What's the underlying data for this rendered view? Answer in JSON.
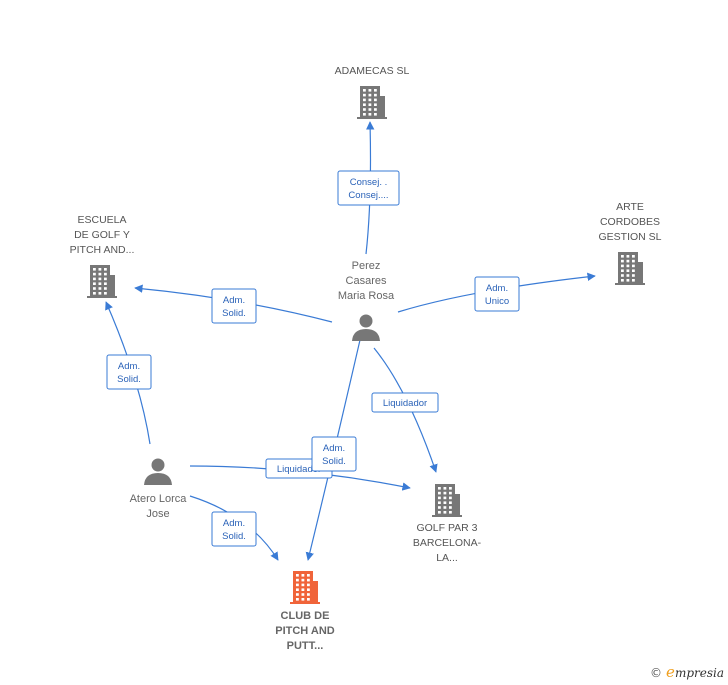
{
  "colors": {
    "edge": "#3a7bd5",
    "company": "#777777",
    "focus": "#f0643a",
    "person": "#777777"
  },
  "nodes": {
    "adamecas": {
      "type": "company",
      "icon": "building-icon",
      "lines": [
        "ADAMECAS SL"
      ]
    },
    "escuela": {
      "type": "company",
      "icon": "building-icon",
      "lines": [
        "ESCUELA",
        "DE GOLF Y",
        "PITCH AND..."
      ]
    },
    "arte": {
      "type": "company",
      "icon": "building-icon",
      "lines": [
        "ARTE",
        "CORDOBES",
        "GESTION SL"
      ]
    },
    "perez": {
      "type": "person",
      "icon": "person-icon",
      "lines": [
        "Perez",
        "Casares",
        "Maria Rosa"
      ]
    },
    "atero": {
      "type": "person",
      "icon": "person-icon",
      "lines": [
        "Atero Lorca",
        "Jose"
      ]
    },
    "golfpar": {
      "type": "company",
      "icon": "building-icon",
      "lines": [
        "GOLF PAR 3",
        "BARCELONA-",
        "LA..."
      ]
    },
    "club": {
      "type": "focus",
      "icon": "building-icon",
      "lines": [
        "CLUB DE",
        "PITCH AND",
        "PUTT..."
      ]
    }
  },
  "edges": [
    {
      "id": "perez-adamecas",
      "lines": [
        "Consej. .",
        "Consej...."
      ]
    },
    {
      "id": "perez-escuela",
      "lines": [
        "Adm.",
        "Solid."
      ]
    },
    {
      "id": "perez-arte",
      "lines": [
        "Adm.",
        "Unico"
      ]
    },
    {
      "id": "perez-golfpar",
      "lines": [
        "Liquidador"
      ]
    },
    {
      "id": "atero-escuela",
      "lines": [
        "Adm.",
        "Solid."
      ]
    },
    {
      "id": "atero-golfpar",
      "lines": [
        "Liquidador"
      ]
    },
    {
      "id": "perez-club",
      "lines": [
        "Adm.",
        "Solid."
      ]
    },
    {
      "id": "atero-club",
      "lines": [
        "Adm.",
        "Solid."
      ]
    }
  ],
  "footer": {
    "copyright": "©",
    "brand_initial": "e",
    "brand_rest": "mpresia"
  }
}
